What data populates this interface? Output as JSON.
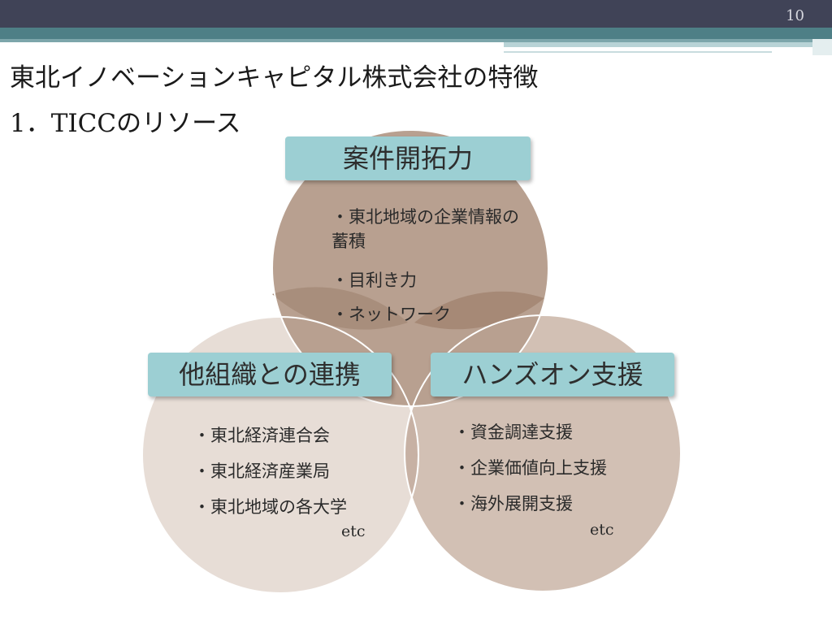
{
  "slide": {
    "page_number": "10"
  },
  "header": {
    "title": "東北イノベーションキャピタル株式会社の特徴",
    "subtitle": "1．TICCのリソース"
  },
  "diagram": {
    "top": {
      "label": "案件開拓力",
      "items": [
        "・東北地域の企業情報の蓄積",
        "・目利き力",
        "・ネットワーク"
      ]
    },
    "left": {
      "label": "他組織との連携",
      "items": [
        "・東北経済連合会",
        "・東北経済産業局",
        "・東北地域の各大学"
      ],
      "etc": "etc"
    },
    "right": {
      "label": "ハンズオン支援",
      "items": [
        "・資金調達支援",
        "・企業価値向上支援",
        "・海外展開支援"
      ],
      "etc": "etc"
    }
  },
  "colors": {
    "top_bar": "#404357",
    "accent_teal": "#4e7f86",
    "label_fill": "#9ccfd3",
    "circle_top": "#b8a090",
    "circle_left": "#e7ddd6",
    "circle_right": "#d2c0b4"
  }
}
